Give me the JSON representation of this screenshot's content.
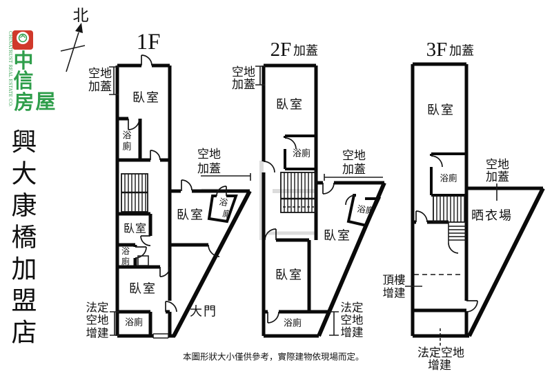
{
  "sidebar": {
    "english": "CHINATRUST REAL ESTATE CO.",
    "brand": [
      "中",
      "信",
      "房",
      "屋"
    ],
    "branch": [
      "興",
      "大",
      "康",
      "橋",
      "加",
      "盟",
      "店"
    ],
    "brand_color": "#2f9e4b",
    "logo_red": "#d0392b"
  },
  "compass": {
    "north": "北"
  },
  "titles": {
    "f1": "1F",
    "f2": "2F",
    "f3": "3F",
    "annex": "加蓋"
  },
  "labels": {
    "bedroom": "臥室",
    "bath": "浴廁",
    "bath_top": "浴",
    "bath_bottom": "廁",
    "open_land_1": "空地",
    "open_land_2": "加蓋",
    "legal_1": "法定",
    "legal_2": "空地",
    "legal_3": "增建",
    "legal_row_1": "法定空地",
    "legal_row_2": "增建",
    "roof_1": "頂樓",
    "roof_2": "增建",
    "main_gate": "大門",
    "drying_area": "晒衣場"
  },
  "footer": {
    "disclaimer": "本圖形狀大小僅供參考，實際建物依現場而定。"
  }
}
